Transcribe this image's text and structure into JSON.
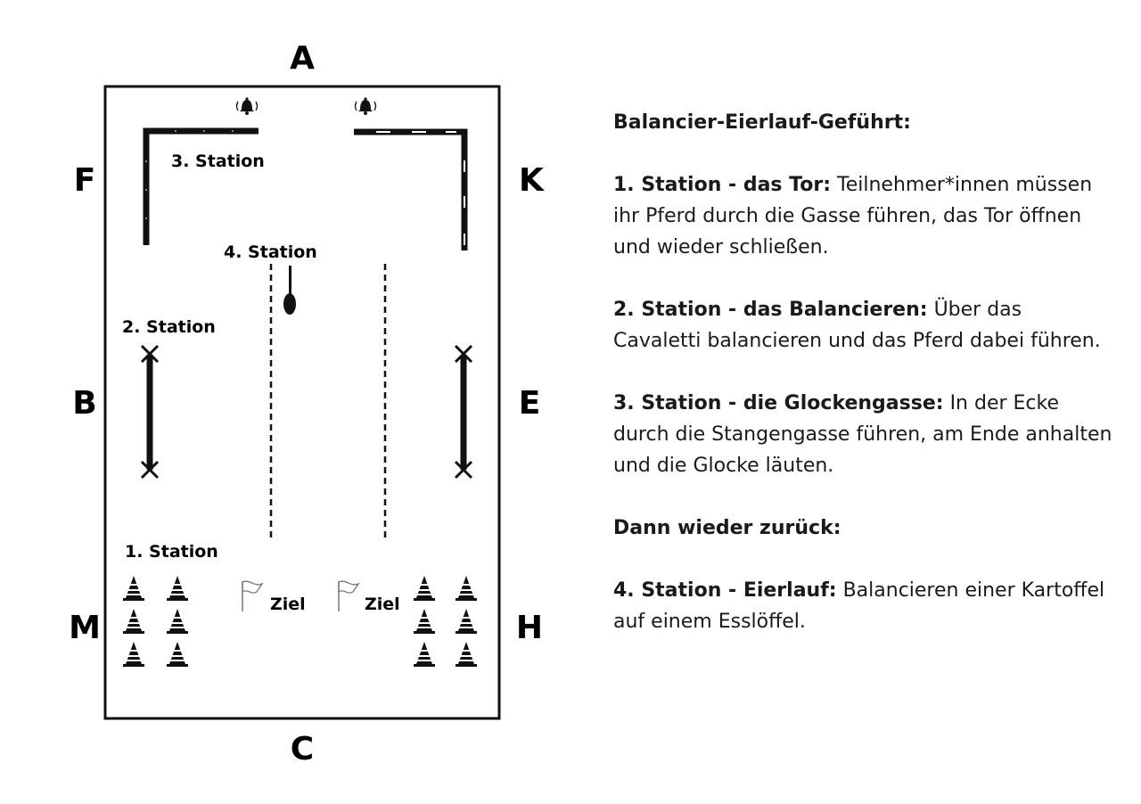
{
  "arena": {
    "letters": {
      "a": "A",
      "c": "C",
      "f": "F",
      "k": "K",
      "b": "B",
      "e": "E",
      "m": "M",
      "h": "H"
    },
    "station_labels": {
      "s1": "1. Station",
      "s2": "2. Station",
      "s3": "3. Station",
      "s4": "4. Station"
    },
    "ziel": [
      "Ziel",
      "Ziel"
    ]
  },
  "description": {
    "title": "Balancier-Eierlauf-Geführt:",
    "station1_title": "1. Station - das Tor:",
    "station1_text": "Teilnehmer*innen müssen ihr Pferd durch die Gasse führen, das Tor öffnen und wieder schließen.",
    "station2_title": "2. Station - das Balancieren:",
    "station2_text": "Über das Cavaletti balancieren und das Pferd dabei führen.",
    "station3_title": "3. Station - die Glockengasse:",
    "station3_text": "In der Ecke durch die Stangengasse führen, am Ende anhalten und die Glocke läuten.",
    "return_text": "Dann wieder zurück:",
    "station4_title": "4. Station - Eierlauf:",
    "station4_text": "Balancieren einer Kartoffel auf einem Esslöffel."
  },
  "icons": [
    "bell-icon",
    "cone-icon",
    "flag-icon",
    "spoon-icon",
    "cross-icon"
  ]
}
